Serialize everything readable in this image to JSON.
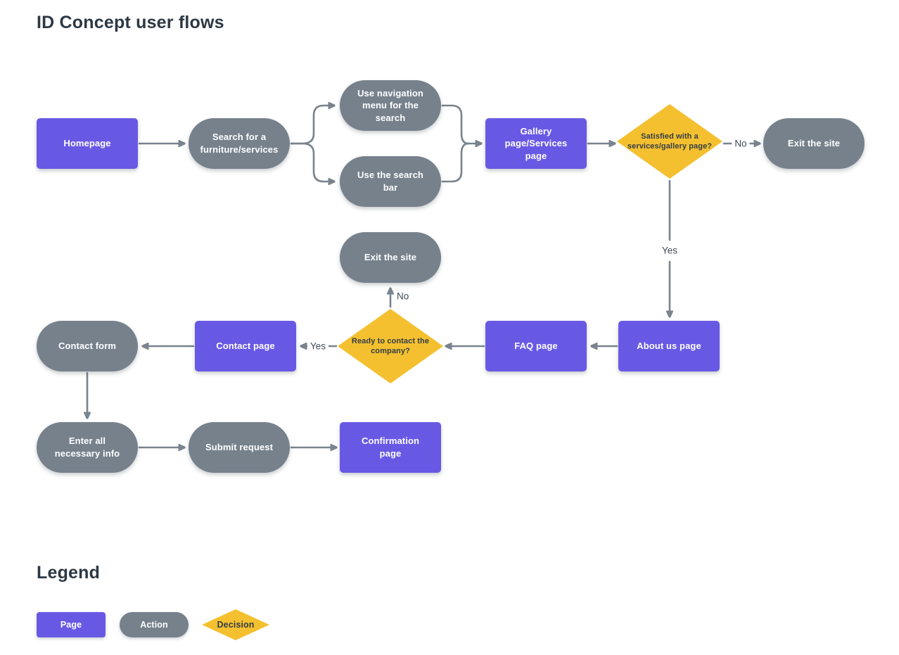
{
  "title": "ID Concept user flows",
  "colors": {
    "page": "#6859E5",
    "action": "#76818C",
    "decision": "#F4C02F",
    "arrow": "#78838E",
    "title_text": "#2C3844",
    "edge_label_text": "#3F4B57"
  },
  "nodes": {
    "homepage": {
      "label": "Homepage",
      "type": "page"
    },
    "search": {
      "label": "Search for a furniture/services",
      "type": "action"
    },
    "nav_menu": {
      "label": "Use navigation menu for the search",
      "type": "action"
    },
    "search_bar": {
      "label": "Use the search bar",
      "type": "action"
    },
    "gallery": {
      "label": "Gallery page/Services page",
      "type": "page"
    },
    "satisfied": {
      "label": "Satisfied with a services/gallery page?",
      "type": "decision"
    },
    "exit_right": {
      "label": "Exit the site",
      "type": "action"
    },
    "exit_mid": {
      "label": "Exit the site",
      "type": "action"
    },
    "about": {
      "label": "About us page",
      "type": "page"
    },
    "faq": {
      "label": "FAQ page",
      "type": "page"
    },
    "ready": {
      "label": "Ready to contact the company?",
      "type": "decision"
    },
    "contact_page": {
      "label": "Contact page",
      "type": "page"
    },
    "contact_form": {
      "label": "Contact form",
      "type": "action"
    },
    "enter_info": {
      "label": "Enter all necessary info",
      "type": "action"
    },
    "submit": {
      "label": "Submit request",
      "type": "action"
    },
    "confirmation": {
      "label": "Confirmation page",
      "type": "page"
    }
  },
  "edge_labels": {
    "no1": "No",
    "yes1": "Yes",
    "yes2": "Yes",
    "no2": "No"
  },
  "legend": {
    "heading": "Legend",
    "items": [
      {
        "label": "Page",
        "type": "page"
      },
      {
        "label": "Action",
        "type": "action"
      },
      {
        "label": "Decision",
        "type": "decision"
      }
    ]
  }
}
